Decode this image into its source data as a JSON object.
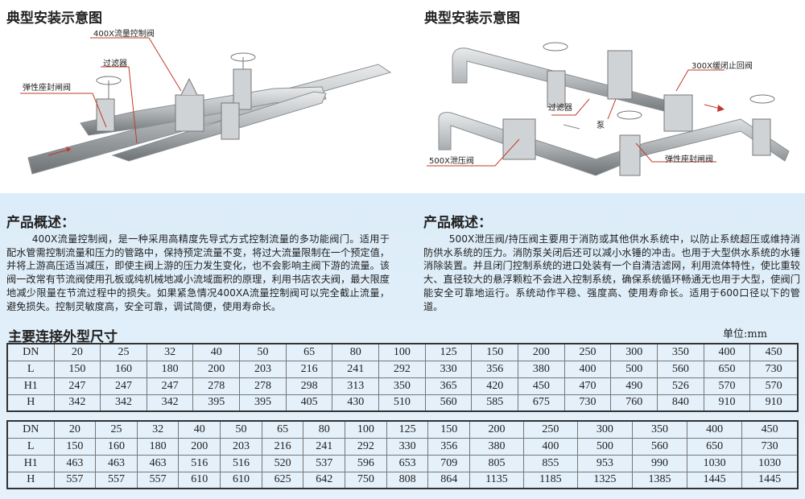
{
  "left": {
    "title": "典型安装示意图",
    "labels": {
      "flow_valve": "400X流量控制阀",
      "filter": "过滤器",
      "gate_valve": "弹性座封闸阀"
    },
    "overview_title": "产品概述：",
    "overview": "400X流量控制阀，是一种采用高精度先导式方式控制流量的多功能阀门。适用于配水管需控制流量和压力的管路中，保持预定流量不变，将过大流量限制在一个预定值，并将上游高压适当减压，即使主阀上游的压力发生变化，也不会影响主阀下游的流量。该阀一改常有节流阀使用孔板或纯机械地减小流域面积的原理，利用书店农夫阀，最大限度地减少限量在节流过程中的损失。如果紧急情况400XA流量控制阀可以完全截止流量，避免损失。控制灵敏度高，安全可靠，调试简便，使用寿命长。"
  },
  "right": {
    "title": "典型安装示意图",
    "labels": {
      "check_valve": "300X缓闭止回阀",
      "filter": "过滤器",
      "pump": "泵",
      "relief_valve": "500X泄压阀",
      "gate_valve": "弹性座封闸阀"
    },
    "overview_title": "产品概述：",
    "overview": "500X泄压阀/持压阀主要用于消防或其他供水系统中，以防止系统超压或维持消防供水系统的压力。消防泵关闭后还可以减小水锤的冲击。也用于大型供水系统的水锤消除装置。并且闭门控制系统的进口处装有一个自清洁滤网，利用流体特性，使比重较大、直径较大的悬浮颗粒不会进入控制系统，确保系统循环畅通无也用于大型，使阀门能安全可靠地运行。系统动作平稳、强度高、使用寿命长。适用于600口径以下的管道。"
  },
  "dims": {
    "title": "主要连接外型尺寸",
    "unit": "单位:mm",
    "table1": [
      [
        "DN",
        "20",
        "25",
        "32",
        "40",
        "50",
        "65",
        "80",
        "100",
        "125",
        "150",
        "200",
        "250",
        "300",
        "350",
        "400",
        "450"
      ],
      [
        "L",
        "150",
        "160",
        "180",
        "200",
        "203",
        "216",
        "241",
        "292",
        "330",
        "356",
        "380",
        "400",
        "500",
        "560",
        "650",
        "730"
      ],
      [
        "H1",
        "247",
        "247",
        "247",
        "278",
        "278",
        "298",
        "313",
        "350",
        "365",
        "420",
        "450",
        "470",
        "490",
        "526",
        "570",
        "570"
      ],
      [
        "H",
        "342",
        "342",
        "342",
        "395",
        "395",
        "405",
        "430",
        "510",
        "560",
        "585",
        "675",
        "730",
        "760",
        "840",
        "910",
        "910"
      ]
    ],
    "table2": [
      [
        "DN",
        "20",
        "25",
        "32",
        "40",
        "50",
        "65",
        "80",
        "100",
        "125",
        "150",
        "200",
        "250",
        "300",
        "350",
        "400",
        "450"
      ],
      [
        "L",
        "150",
        "160",
        "180",
        "200",
        "203",
        "216",
        "241",
        "292",
        "330",
        "356",
        "380",
        "400",
        "500",
        "560",
        "650",
        "730"
      ],
      [
        "H1",
        "463",
        "463",
        "463",
        "516",
        "516",
        "520",
        "537",
        "596",
        "653",
        "709",
        "805",
        "855",
        "953",
        "990",
        "1030",
        "1030"
      ],
      [
        "H",
        "557",
        "557",
        "557",
        "610",
        "610",
        "625",
        "642",
        "750",
        "808",
        "864",
        "1135",
        "1185",
        "1325",
        "1385",
        "1445",
        "1445"
      ]
    ]
  },
  "colors": {
    "leader": "#c0392b",
    "pipe": "#b8bcbf",
    "bg": "#e3f0fa"
  }
}
